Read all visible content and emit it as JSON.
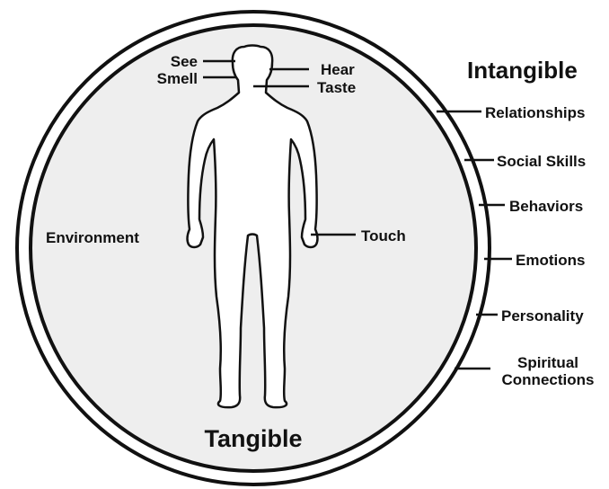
{
  "diagram": {
    "center_labels": {
      "bottom": "Tangible",
      "left": "Environment"
    },
    "senses": {
      "see": "See",
      "smell": "Smell",
      "hear": "Hear",
      "taste": "Taste",
      "touch": "Touch"
    },
    "intangible": {
      "heading": "Intangible",
      "items": [
        "Relationships",
        "Social Skills",
        "Behaviors",
        "Emotions",
        "Personality"
      ],
      "spiritual_line1": "Spiritual",
      "spiritual_line2": "Connections"
    },
    "colors": {
      "ink": "#111111",
      "inner_fill": "#eeeeee",
      "body_fill": "#ffffff",
      "background": "#ffffff"
    }
  }
}
